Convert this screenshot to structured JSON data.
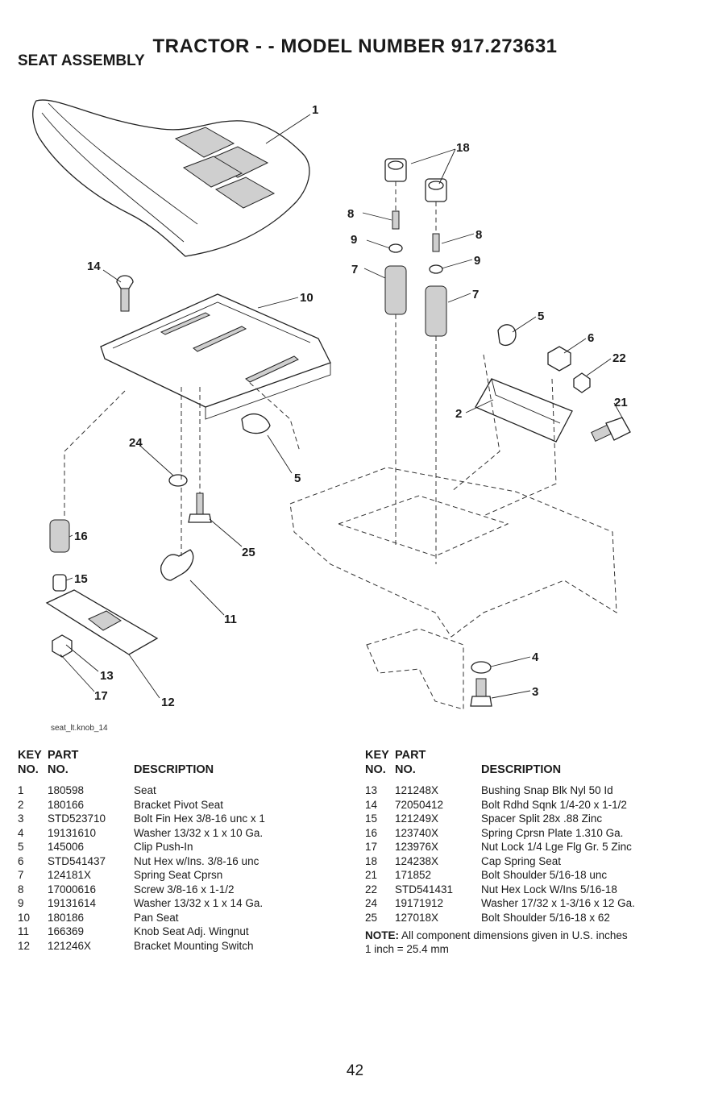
{
  "header": {
    "title": "TRACTOR - - MODEL NUMBER 917.273631",
    "subtitle": "SEAT ASSEMBLY"
  },
  "diagram": {
    "caption": "seat_lt.knob_14",
    "callouts": {
      "c1": "1",
      "c18": "18",
      "c8a": "8",
      "c8b": "8",
      "c9a": "9",
      "c9b": "9",
      "c7a": "7",
      "c7b": "7",
      "c14": "14",
      "c10": "10",
      "c5a": "5",
      "c6": "6",
      "c22": "22",
      "c21": "21",
      "c2": "2",
      "c24": "24",
      "c5b": "5",
      "c16": "16",
      "c25": "25",
      "c15": "15",
      "c11": "11",
      "c4": "4",
      "c13": "13",
      "c3": "3",
      "c17": "17",
      "c12": "12"
    }
  },
  "table_headers": {
    "key_top": "KEY",
    "key_bottom": "NO.",
    "part_top": "PART",
    "part_bottom": "NO.",
    "description": "DESCRIPTION"
  },
  "parts_left": [
    {
      "key": "1",
      "part": "180598",
      "desc": "Seat"
    },
    {
      "key": "2",
      "part": "180166",
      "desc": "Bracket Pivot Seat"
    },
    {
      "key": "3",
      "part": "STD523710",
      "desc": "Bolt Fin Hex 3/8-16 unc x 1"
    },
    {
      "key": "4",
      "part": "19131610",
      "desc": "Washer 13/32 x 1 x 10 Ga."
    },
    {
      "key": "5",
      "part": "145006",
      "desc": "Clip Push-In"
    },
    {
      "key": "6",
      "part": "STD541437",
      "desc": "Nut Hex w/Ins. 3/8-16 unc"
    },
    {
      "key": "7",
      "part": "124181X",
      "desc": "Spring Seat Cprsn"
    },
    {
      "key": "8",
      "part": "17000616",
      "desc": "Screw 3/8-16 x 1-1/2"
    },
    {
      "key": "9",
      "part": "19131614",
      "desc": "Washer 13/32 x 1 x 14 Ga."
    },
    {
      "key": "10",
      "part": "180186",
      "desc": "Pan Seat"
    },
    {
      "key": "11",
      "part": "166369",
      "desc": "Knob Seat Adj. Wingnut"
    },
    {
      "key": "12",
      "part": "121246X",
      "desc": "Bracket Mounting Switch"
    }
  ],
  "parts_right": [
    {
      "key": "13",
      "part": "121248X",
      "desc": "Bushing Snap Blk Nyl 50 Id"
    },
    {
      "key": "14",
      "part": "72050412",
      "desc": "Bolt Rdhd Sqnk 1/4-20 x 1-1/2"
    },
    {
      "key": "15",
      "part": "121249X",
      "desc": "Spacer Split 28x .88 Zinc"
    },
    {
      "key": "16",
      "part": "123740X",
      "desc": "Spring Cprsn Plate 1.310 Ga."
    },
    {
      "key": "17",
      "part": "123976X",
      "desc": "Nut Lock 1/4 Lge Flg Gr. 5 Zinc"
    },
    {
      "key": "18",
      "part": "124238X",
      "desc": "Cap Spring Seat"
    },
    {
      "key": "21",
      "part": "171852",
      "desc": "Bolt Shoulder 5/16-18 unc"
    },
    {
      "key": "22",
      "part": "STD541431",
      "desc": "Nut Hex Lock W/Ins 5/16-18"
    },
    {
      "key": "24",
      "part": "19171912",
      "desc": "Washer 17/32 x 1-3/16 x 12 Ga."
    },
    {
      "key": "25",
      "part": "127018X",
      "desc": "Bolt Shoulder 5/16-18 x 62"
    }
  ],
  "note": {
    "label": "NOTE:",
    "text": " All component dimensions given in U.S. inches",
    "conversion": "1 inch = 25.4 mm"
  },
  "page_number": "42"
}
